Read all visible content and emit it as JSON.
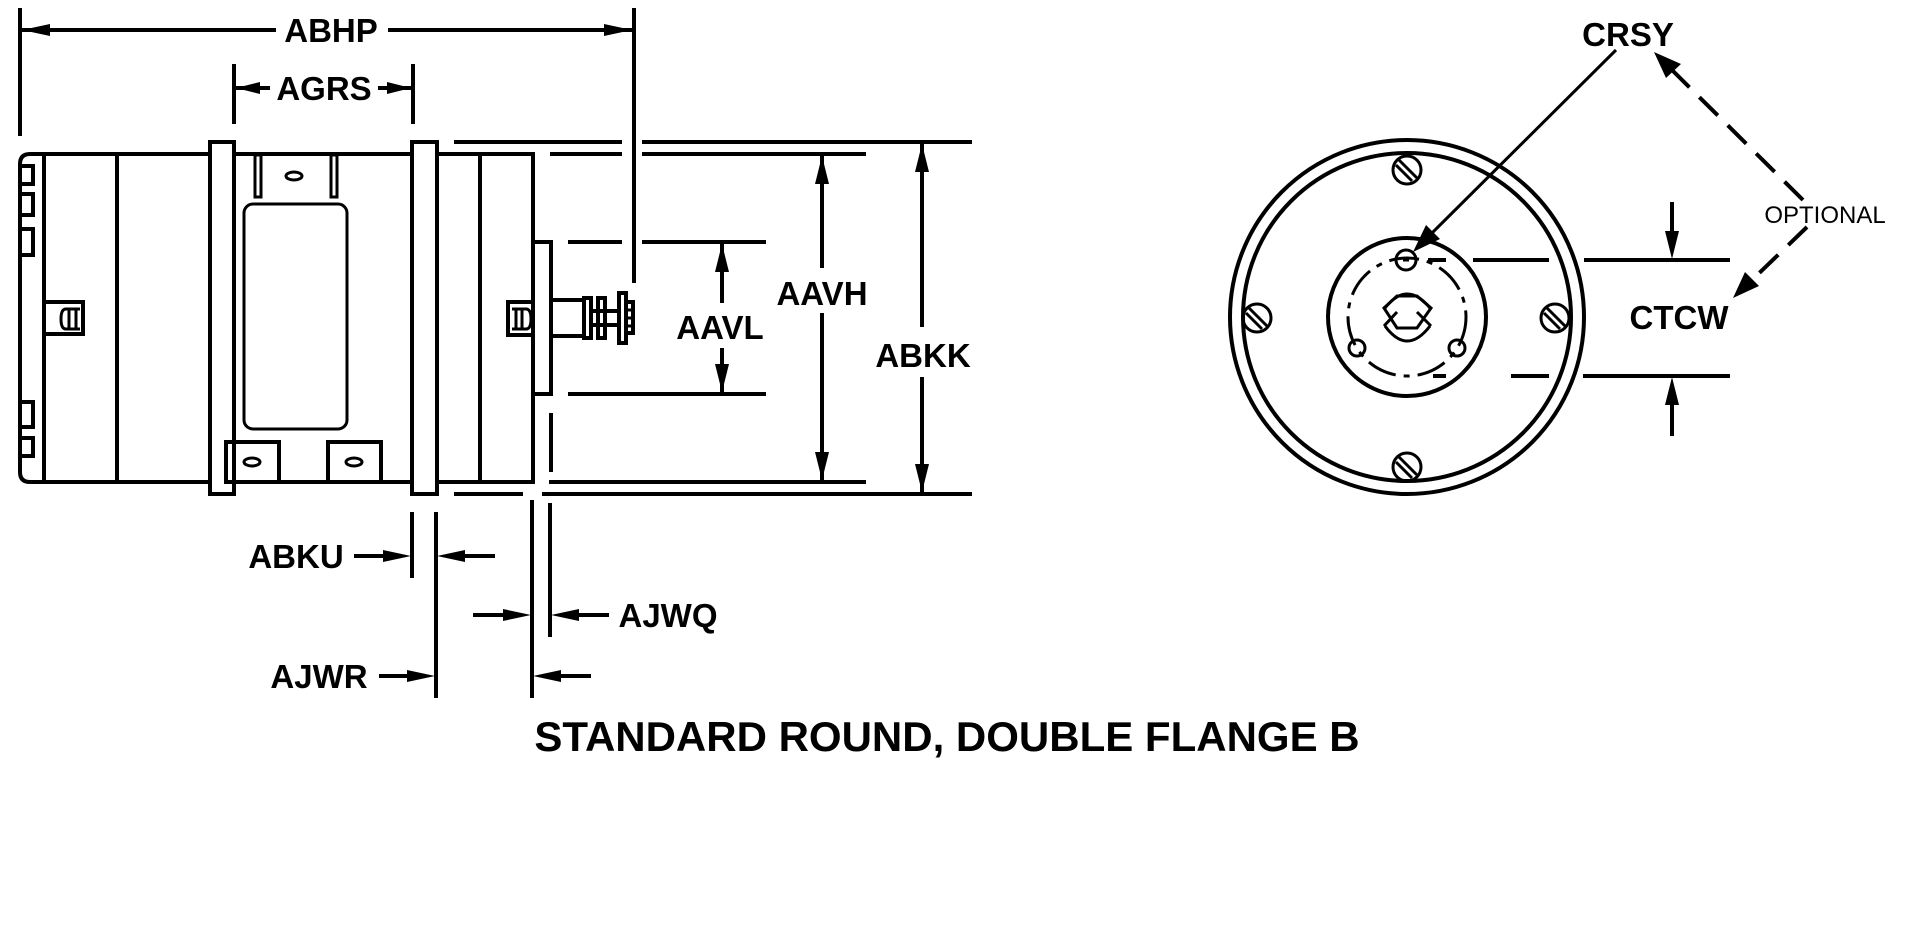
{
  "drawing": {
    "caption": "STANDARD ROUND, DOUBLE FLANGE B",
    "side_view": {
      "dimensions": {
        "overall_length": "ABHP",
        "flange_spacing": "AGRS",
        "connector_height": "AAVL",
        "body_height": "AAVH",
        "flange_height": "ABKK",
        "flange_thickness": "ABKU",
        "flange_to_end": "AJWR",
        "connector_plate_thickness": "AJWQ"
      }
    },
    "end_view": {
      "dimensions": {
        "keyway_location": "CRSY",
        "center_width": "CTCW"
      },
      "note": "OPTIONAL"
    }
  },
  "colors": {
    "line": "#000000",
    "background": "#ffffff"
  }
}
